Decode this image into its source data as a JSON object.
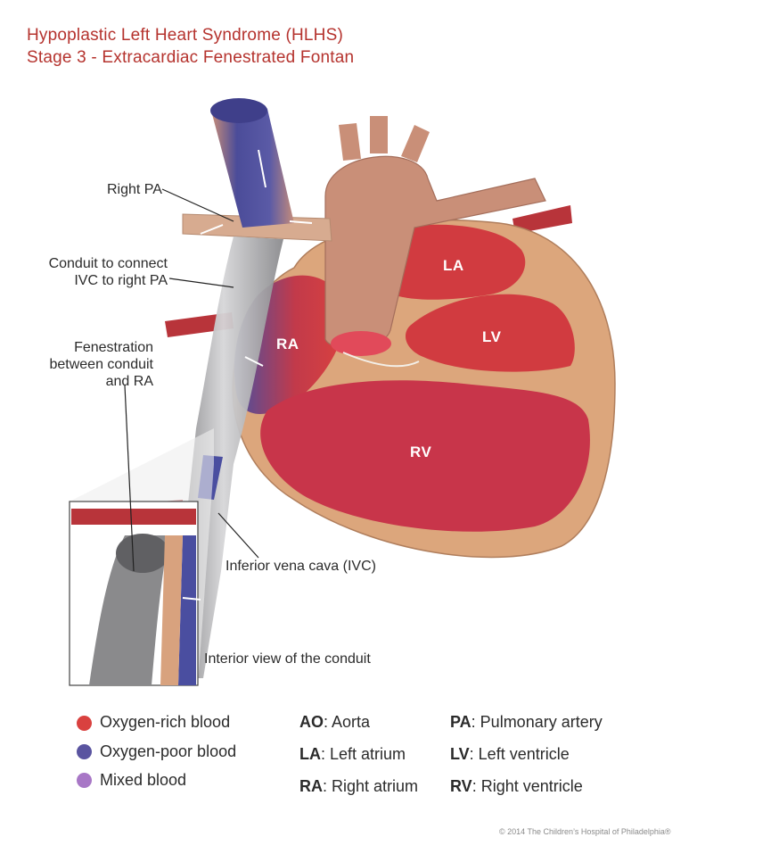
{
  "title": {
    "line1": "Hypoplastic Left Heart Syndrome (HLHS)",
    "line2": "Stage 3 - Extracardiac Fenestrated Fontan"
  },
  "labels": {
    "right_pa": "Right PA",
    "conduit_line1": "Conduit to connect",
    "conduit_line2": "IVC to right PA",
    "fenestration_line1": "Fenestration",
    "fenestration_line2": "between conduit",
    "fenestration_line3": "and RA",
    "ivc": "Inferior vena cava (IVC)",
    "interior_view": "Interior view of the conduit"
  },
  "chambers": {
    "la": "LA",
    "lv": "LV",
    "ra": "RA",
    "rv": "RV"
  },
  "legend": {
    "items": [
      {
        "label": "Oxygen-rich blood",
        "color": "#d9413f"
      },
      {
        "label": "Oxygen-poor blood",
        "color": "#5a54a0"
      },
      {
        "label": "Mixed blood",
        "color": "#a877c6"
      }
    ]
  },
  "abbreviations": {
    "ao_key": "AO",
    "ao_val": ": Aorta",
    "la_key": "LA",
    "la_val": ": Left atrium",
    "ra_key": "RA",
    "ra_val": ": Right atrium",
    "pa_key": "PA",
    "pa_val": ": Pulmonary artery",
    "lv_key": "LV",
    "lv_val": ": Left ventricle",
    "rv_key": "RV",
    "rv_val": ": Right ventricle"
  },
  "copyright": "© 2014 The Children’s Hospital of Philadelphia®",
  "colors": {
    "title": "#b5332e",
    "oxygen_rich": "#d9413f",
    "oxygen_poor": "#5a54a0",
    "mixed": "#a877c6",
    "heart_wall": "#d8a57b",
    "aorta": "#c98f78",
    "conduit": "#9a9a9c"
  }
}
